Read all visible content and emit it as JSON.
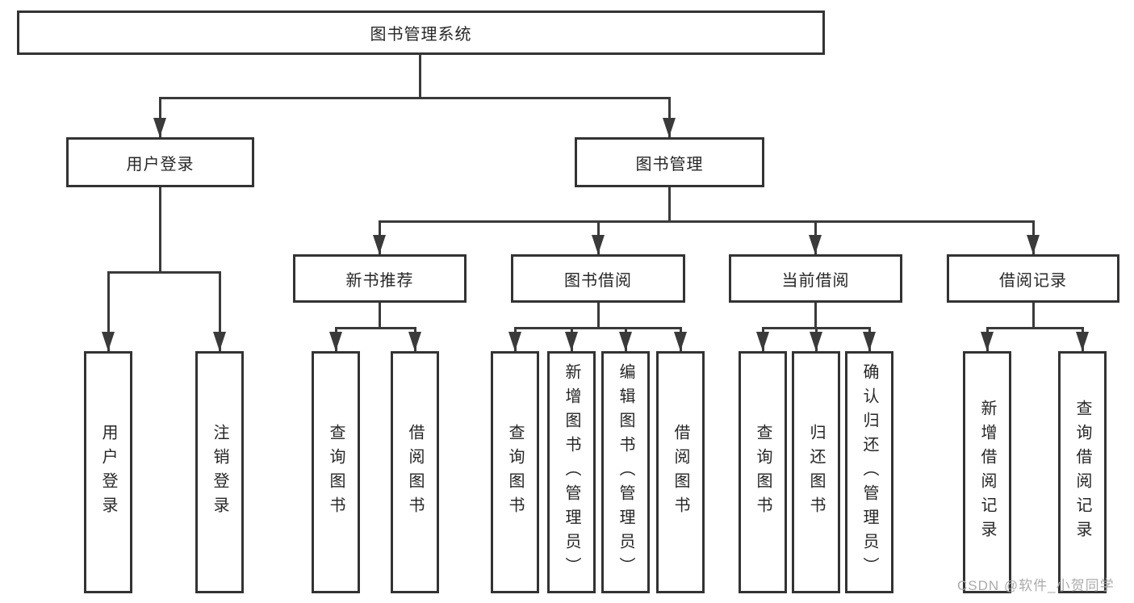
{
  "diagram_title": "图书管理系统",
  "root": {
    "label": "图书管理系统"
  },
  "level1": {
    "user_login": "用户登录",
    "book_management": "图书管理"
  },
  "level2": {
    "new_book_recommend": "新书推荐",
    "book_borrow": "图书借阅",
    "current_borrow": "当前借阅",
    "borrow_records": "借阅记录"
  },
  "leaves": {
    "user_login": [
      "用户登录",
      "注销登录"
    ],
    "new_book_recommend": [
      "查询图书",
      "借阅图书"
    ],
    "book_borrow": [
      "查询图书",
      "新增图书（管理员）",
      "编辑图书（管理员）",
      "借阅图书"
    ],
    "current_borrow": [
      "查询图书",
      "归还图书",
      "确认归还（管理员）"
    ],
    "borrow_records": [
      "新增借阅记录",
      "查询借阅记录"
    ]
  },
  "watermark": "CSDN @软件_小贺同学",
  "colors": {
    "line": "#3a3a3a",
    "box_border": "#333333",
    "text": "#262626",
    "watermark": "#ababab",
    "background": "#ffffff"
  }
}
